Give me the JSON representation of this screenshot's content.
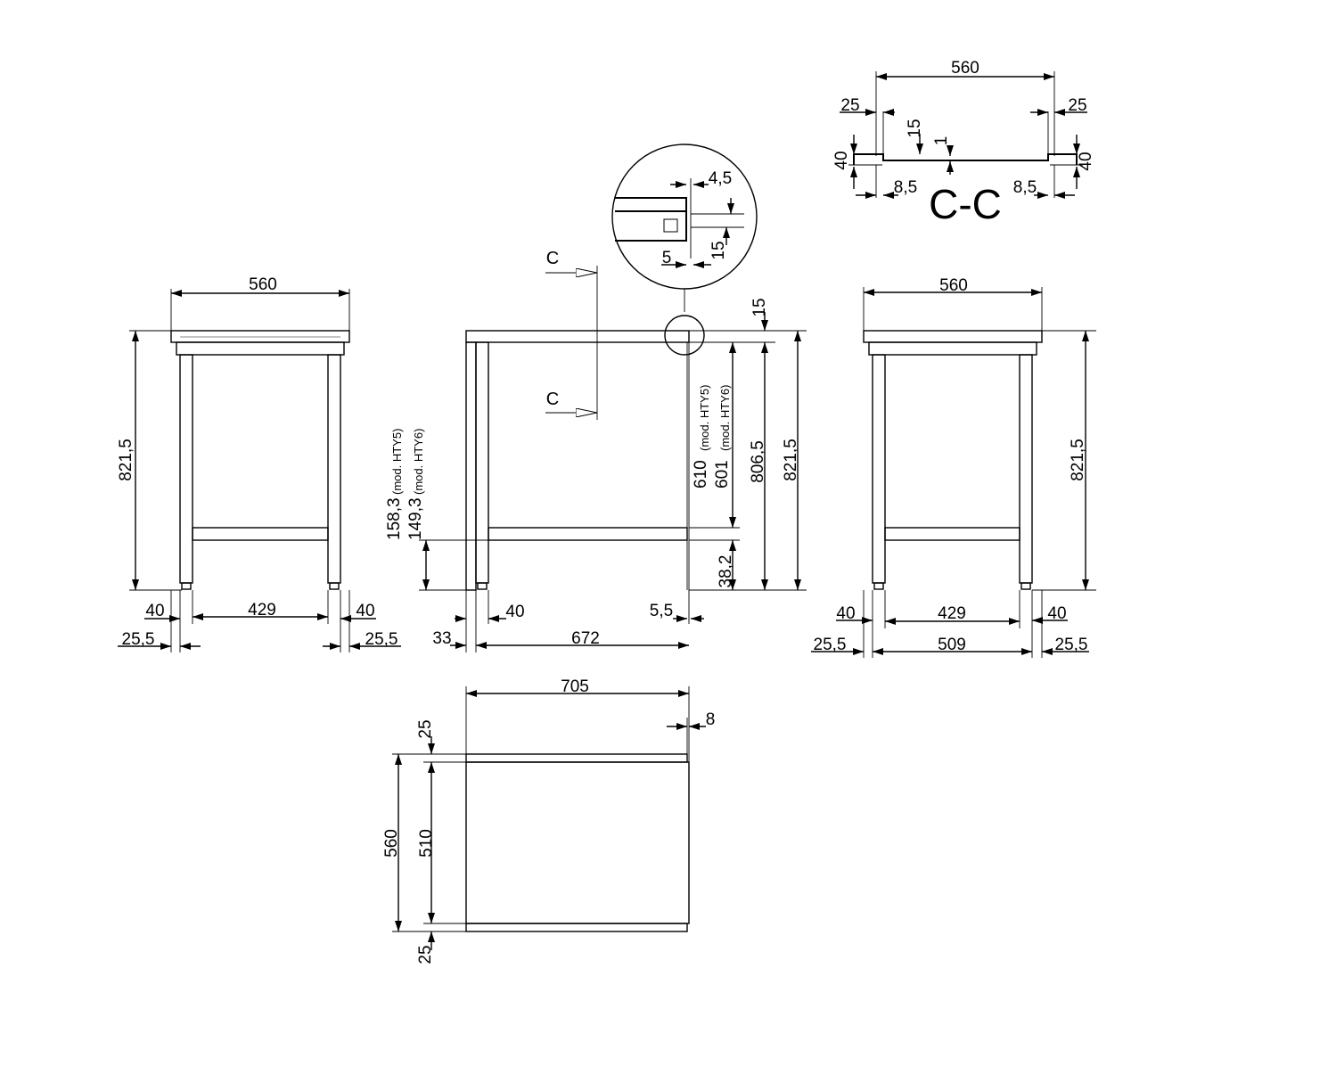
{
  "section_view": {
    "label": "C-C",
    "width": "560",
    "edge_left": "25",
    "edge_right": "25",
    "rim_15": "15",
    "rim_1": "1",
    "side_left_40": "40",
    "side_right_40": "40",
    "inset_left": "8,5",
    "inset_right": "8,5"
  },
  "detail_view": {
    "dim_4_5": "4,5",
    "dim_5": "5",
    "dim_15": "15"
  },
  "front_view": {
    "width": "560",
    "height": "821,5",
    "leg_left": "40",
    "leg_right": "40",
    "inner_width": "429",
    "offset_left": "25,5",
    "offset_right": "25,5"
  },
  "side_view": {
    "cut_marker_top": "C",
    "cut_marker_bottom": "C",
    "top_thickness": "15",
    "shelf_height_hty5": "158,3",
    "shelf_height_hty5_note": "(mod. HTY5)",
    "shelf_height_hty6": "149,3",
    "shelf_height_hty6_note": "(mod. HTY6)",
    "clear_hty5": "610",
    "clear_hty5_note": "(mod. HTY5)",
    "clear_hty6": "601",
    "clear_hty6_note": "(mod. HTY6)",
    "height_806": "806,5",
    "height_total": "821,5",
    "shelf_38": "38,2",
    "leg_offset": "33",
    "leg_width": "40",
    "inner_depth": "672",
    "back_offset": "5,5"
  },
  "back_view": {
    "width": "560",
    "height": "821,5",
    "leg_left": "40",
    "leg_right": "40",
    "inner_width": "429",
    "outer_width": "509",
    "offset_left": "25,5",
    "offset_right": "25,5"
  },
  "top_view": {
    "depth": "705",
    "overhang": "8",
    "edge_top": "25",
    "edge_bottom": "25",
    "width": "560",
    "inner_width": "510"
  }
}
